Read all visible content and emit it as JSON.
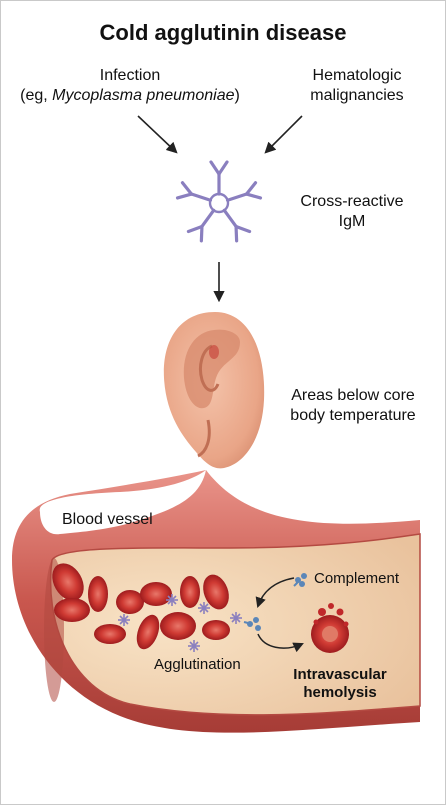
{
  "title": "Cold agglutinin disease",
  "causes": {
    "infection_line1": "Infection",
    "infection_prefix": "(eg, ",
    "infection_organism": "Mycoplasma pneumoniae",
    "infection_suffix": ")",
    "hematologic_line1": "Hematologic",
    "hematologic_line2": "malignancies"
  },
  "antibody": {
    "line1": "Cross-reactive",
    "line2": "IgM"
  },
  "cold_areas": {
    "line1": "Areas below core",
    "line2": "body temperature"
  },
  "vessel_label": "Blood vessel",
  "complement_label": "Complement",
  "agglutination_label": "Agglutination",
  "outcome": {
    "line1": "Intravascular",
    "line2": "hemolysis"
  },
  "colors": {
    "arrow": "#222222",
    "igm": "#8a7fbf",
    "rbc": "#c0282a",
    "rbc_center": "#e06a5e",
    "vessel_wall": "#cf6a5f",
    "vessel_lumen": "#f3d7b6",
    "skin": "#efb39a",
    "complement": "#5b86b8"
  }
}
